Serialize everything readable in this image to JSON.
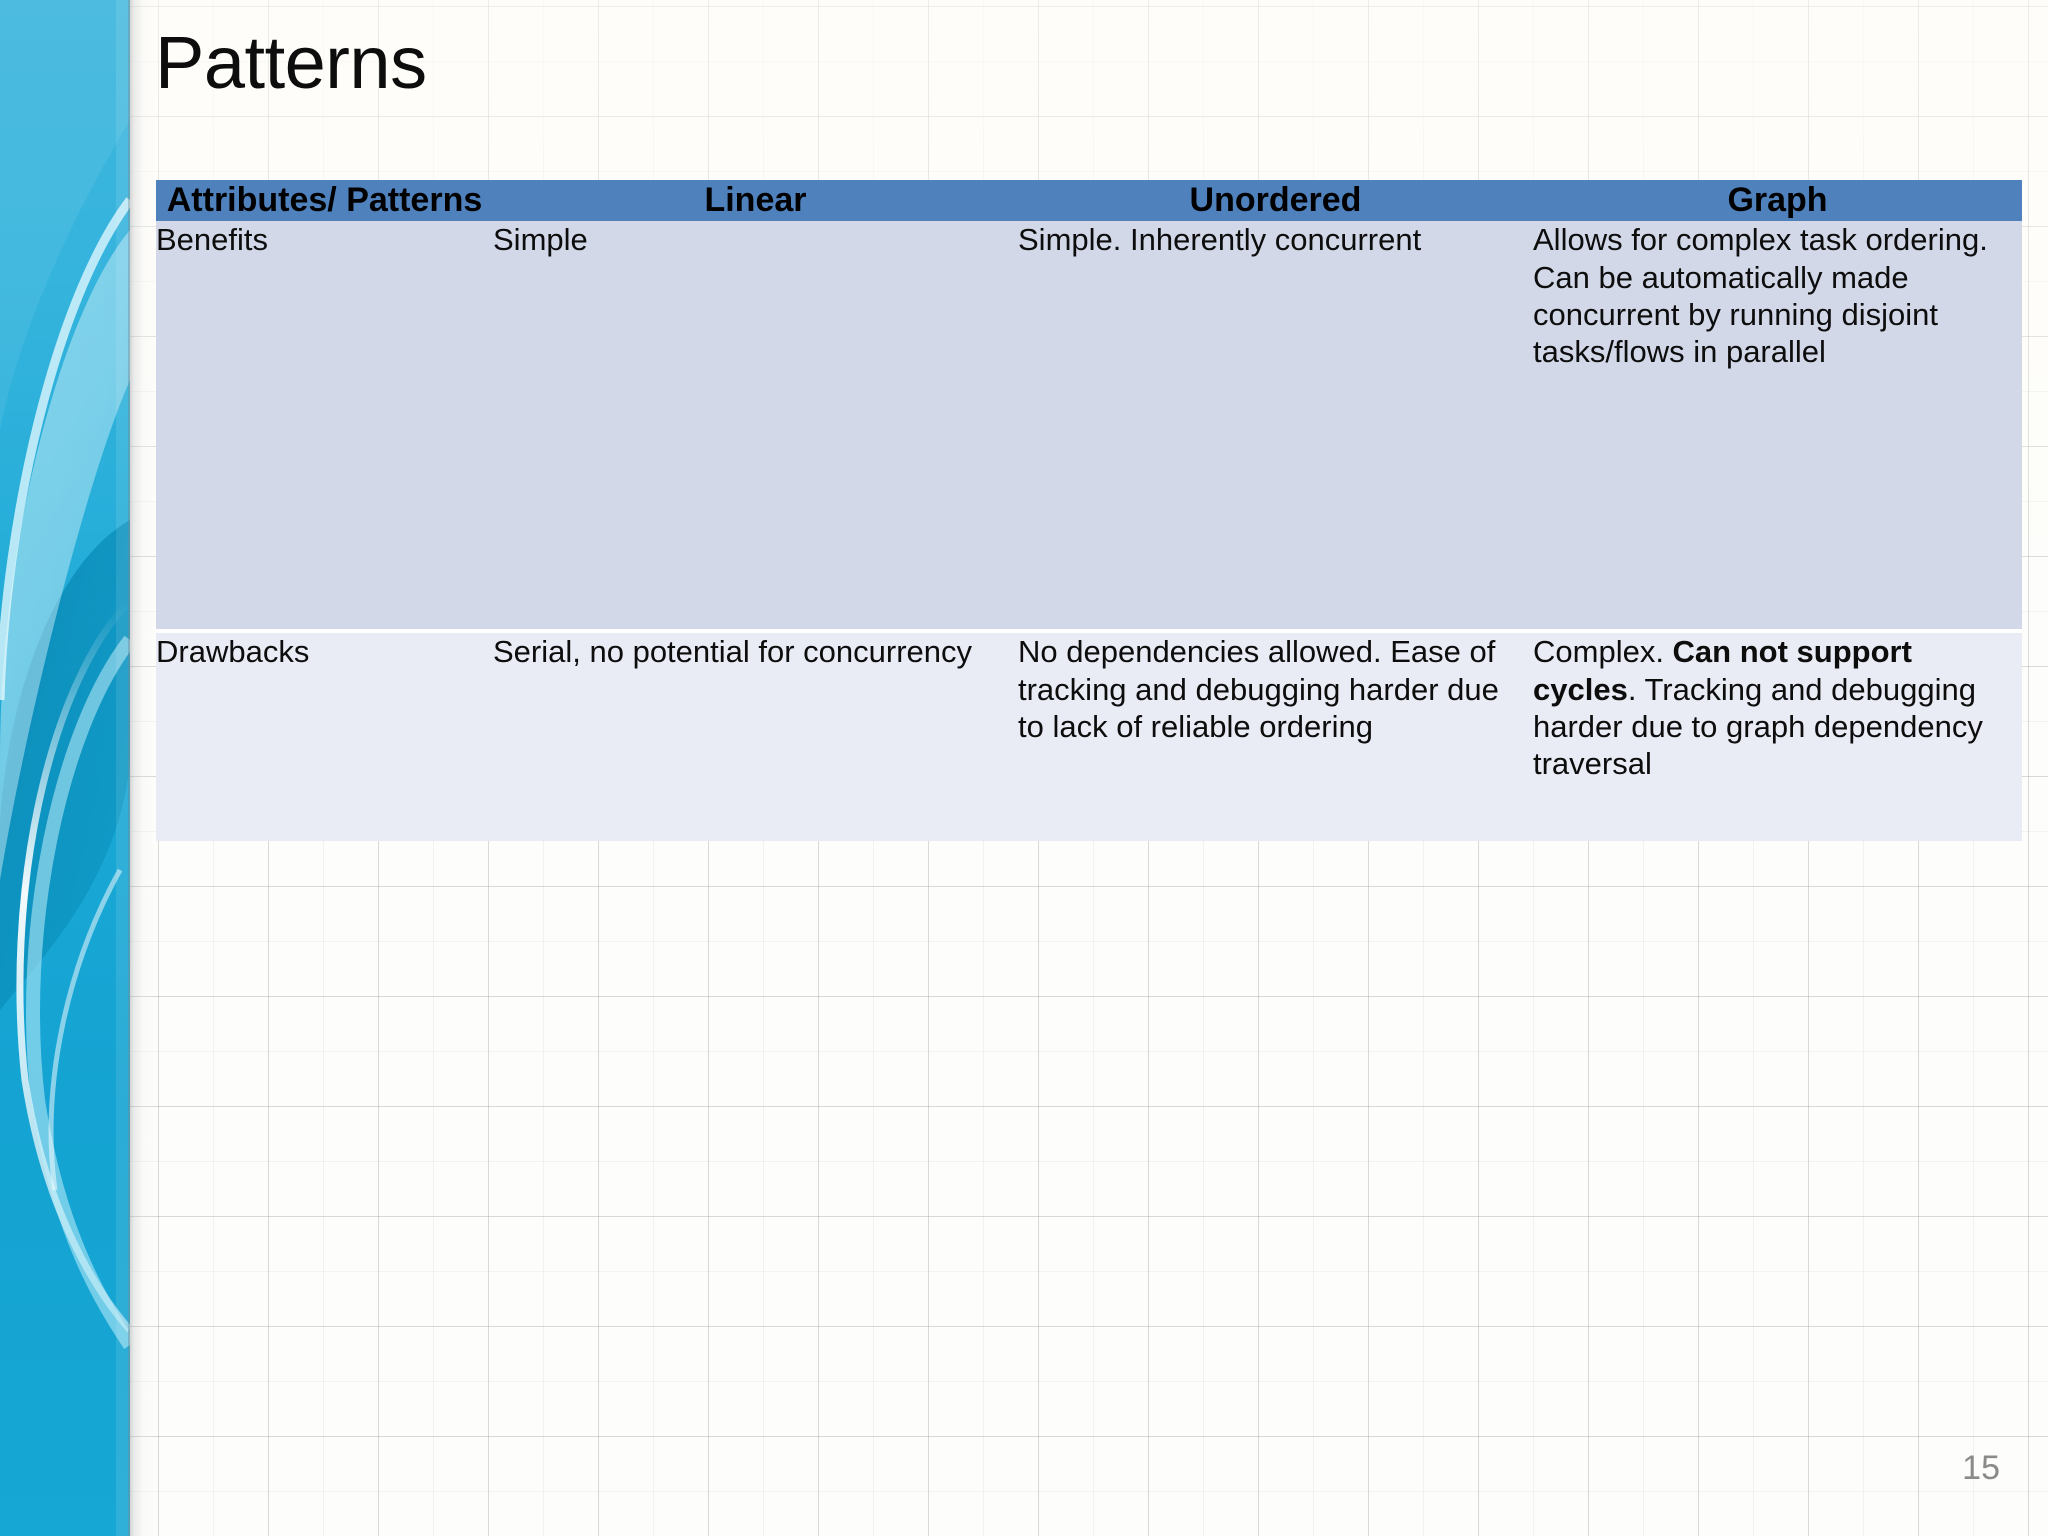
{
  "slide": {
    "title": "Patterns",
    "page_number": "15",
    "accent_header_color": "#4f81bd",
    "row_even_color": "#d2d8e8",
    "row_odd_color": "#e9ebf5",
    "sidebar_color": "#1ba9d6"
  },
  "table": {
    "headers": [
      "Attributes/ Patterns",
      "Linear",
      "Unordered",
      "Graph"
    ],
    "rows": [
      {
        "label": "Benefits",
        "linear": "Simple",
        "unordered": "Simple. Inherently concurrent",
        "graph_plain_prefix": "Allows for complex task ordering. Can be automatically made concurrent by running disjoint tasks/flows in parallel"
      },
      {
        "label": "Drawbacks",
        "linear": "Serial, no potential for concurrency",
        "unordered": "No dependencies allowed. Ease of tracking and debugging harder due to lack of reliable ordering",
        "graph_prefix": "Complex. ",
        "graph_bold": "Can not support cycles",
        "graph_suffix": ". Tracking and debugging harder due to graph dependency traversal"
      }
    ]
  }
}
